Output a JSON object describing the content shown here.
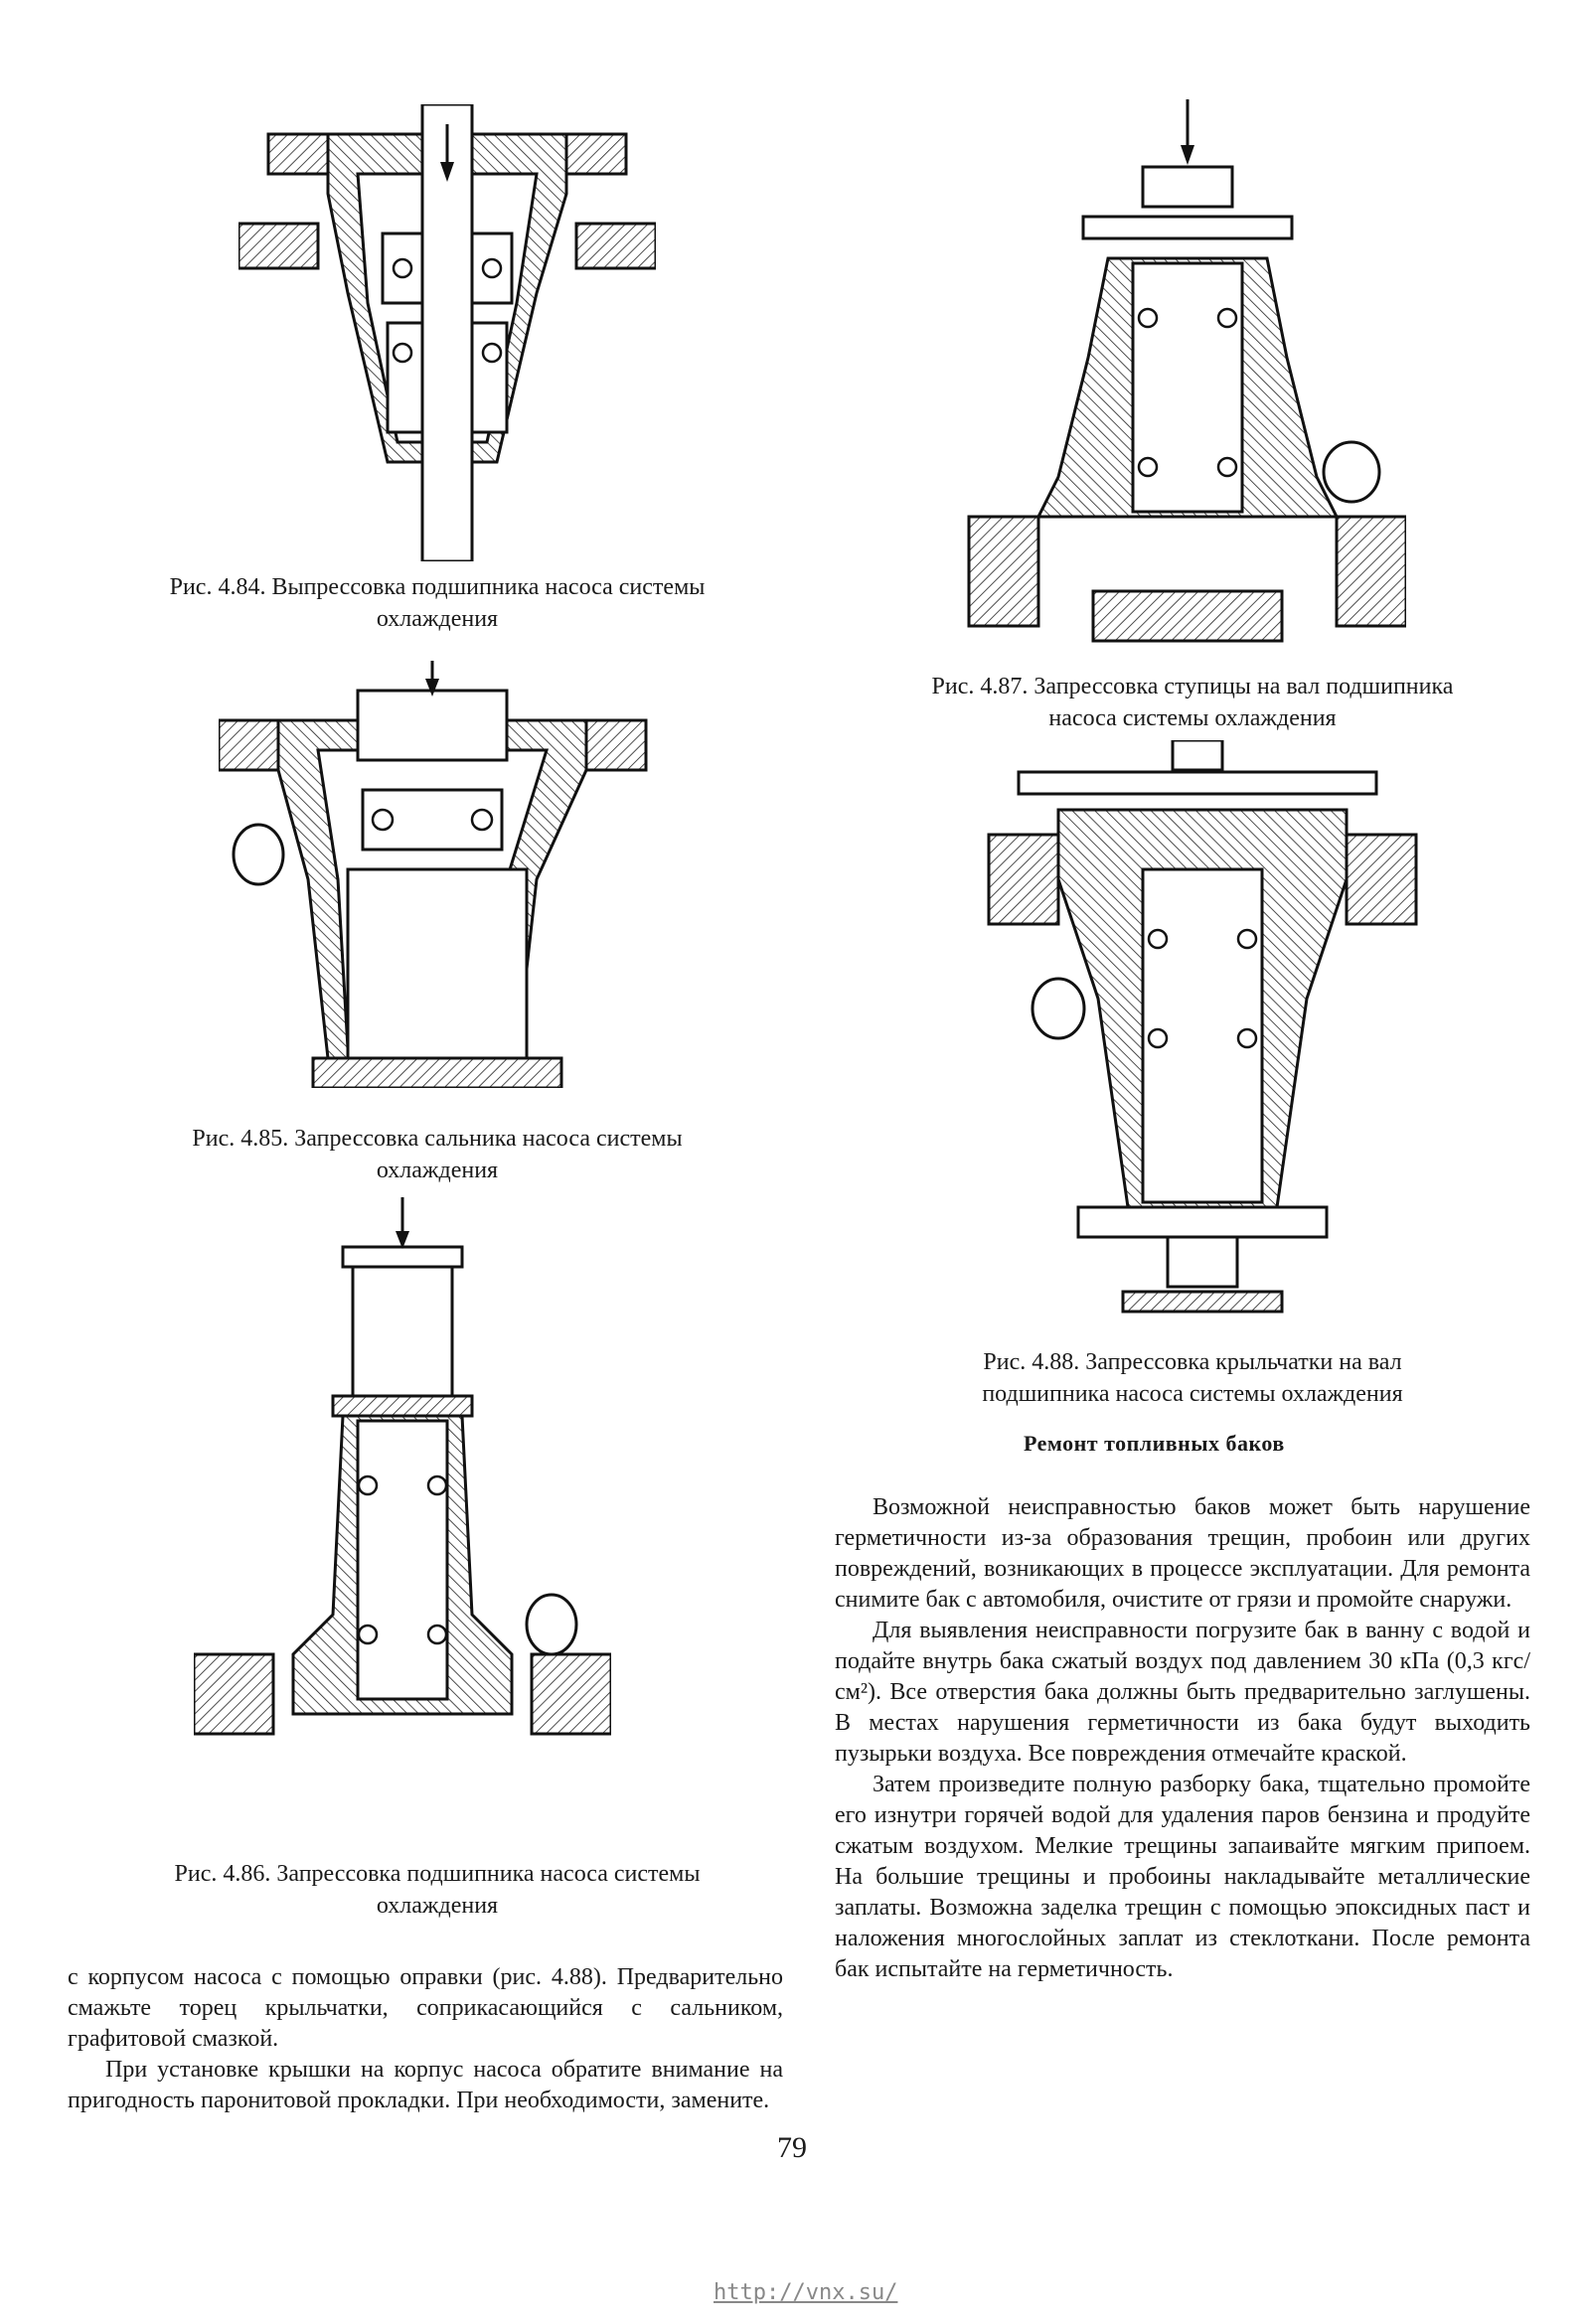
{
  "figures": [
    {
      "id": "fig-4-84",
      "caption_line1": "Рис. 4.84. Выпрессовка подшипника насоса системы",
      "caption_line2": "охлаждения"
    },
    {
      "id": "fig-4-85",
      "caption_line1": "Рис. 4.85. Запрессовка сальника насоса системы",
      "caption_line2": "охлаждения"
    },
    {
      "id": "fig-4-86",
      "caption_line1": "Рис. 4.86. Запрессовка подшипника насоса системы",
      "caption_line2": "охлаждения"
    },
    {
      "id": "fig-4-87",
      "caption_line1": "Рис. 4.87.  Запрессовка ступицы на вал подшипника",
      "caption_line2": "насоса системы охлаждения"
    },
    {
      "id": "fig-4-88",
      "caption_line1": "Рис. 4.88. Запрессовка крыльчатки на вал",
      "caption_line2": "подшипника насоса системы охлаждения"
    }
  ],
  "left_column": {
    "paragraphs": [
      "с корпусом насоса с помощью оправки (рис. 4.88). Предварительно смажьте торец крыльчатки, соприкасающийся с сальником, графитовой смазкой.",
      "При установке крышки на корпус насоса обратите внимание на пригодность паронитовой прокладки. При необходимости, замените."
    ]
  },
  "right_column": {
    "heading": "Ремонт топливных баков",
    "paragraphs": [
      "Возможной неисправностью баков может быть нарушение герметичности из-за образования трещин, пробоин или других повреждений, возникающих в процессе эксплуатации. Для ремонта снимите бак с автомобиля, очистите от грязи и промойте снаружи.",
      "Для выявления неисправности погрузите бак в ванну с водой и подайте внутрь бака сжатый воздух под давлением 30 кПа (0,3 кгс/см²). Все отверстия бака должны быть предварительно заглушены. В местах нарушения герметичности из бака будут выходить пузырьки воздуха. Все повреждения отмечайте краской.",
      "Затем произведите полную разборку бака, тщательно промойте его изнутри горячей водой для удаления паров бензина и продуйте сжатым воздухом. Мелкие трещины запаивайте мягким припоем. На большие трещины и пробоины накладывайте металлические заплаты. Возможна заделка трещин с помощью эпоксидных паст и наложения многослойных заплат из стеклоткани. После ремонта бак испытайте на герметичность."
    ]
  },
  "page_number": "79",
  "footer_url": "http://vnx.su/"
}
